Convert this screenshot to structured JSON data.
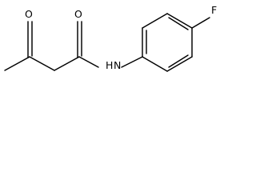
{
  "molecule": {
    "atoms": {
      "ketone_oxygen": "O",
      "amide_oxygen": "O",
      "amide_nitrogen": "N",
      "amide_hydrogen": "H",
      "fluorine": "F"
    }
  }
}
